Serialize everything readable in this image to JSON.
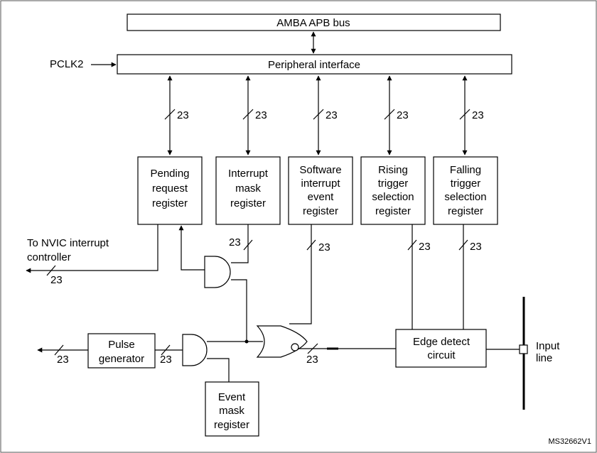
{
  "bus_label": "AMBA APB bus",
  "peripheral_interface_label": "Peripheral interface",
  "clock_label": "PCLK2",
  "bus_width": "23",
  "registers": {
    "pending": [
      "Pending",
      "request",
      "register"
    ],
    "interrupt_mask": [
      "Interrupt",
      "mask",
      "register"
    ],
    "software_interrupt": [
      "Software",
      "interrupt",
      "event",
      "register"
    ],
    "rising_trigger": [
      "Rising",
      "trigger",
      "selection",
      "register"
    ],
    "falling_trigger": [
      "Falling",
      "trigger",
      "selection",
      "register"
    ],
    "event_mask": [
      "Event",
      "mask",
      "register"
    ]
  },
  "nvic_label": [
    "To NVIC interrupt",
    "controller"
  ],
  "pulse_generator": [
    "Pulse",
    "generator"
  ],
  "edge_detect": [
    "Edge detect",
    "circuit"
  ],
  "input_line": [
    "Input",
    "line"
  ],
  "figure_id": "MS32662V1"
}
